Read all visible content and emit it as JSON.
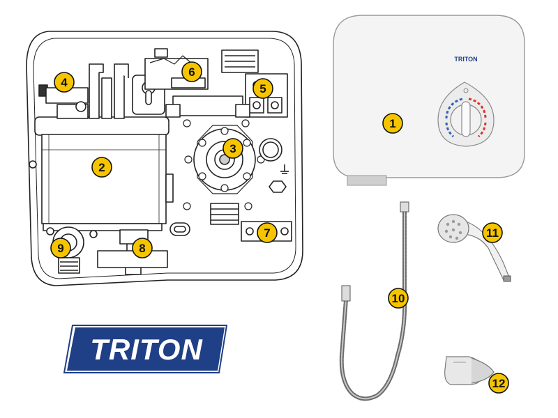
{
  "brand": {
    "logo_text": "TRITON",
    "cover_logo_text": "TRITON",
    "colors": {
      "logo_blue": "#1f3f86",
      "callout_yellow": "#f6c500",
      "line": "#222222",
      "hot": "#d9342b",
      "cold": "#2f5fb8"
    }
  },
  "callouts": [
    {
      "id": "1",
      "label": "1",
      "part": "shower-cover"
    },
    {
      "id": "2",
      "label": "2",
      "part": "heater-tank"
    },
    {
      "id": "3",
      "label": "3",
      "part": "solenoid-valve"
    },
    {
      "id": "4",
      "label": "4",
      "part": "thermal-cut-out"
    },
    {
      "id": "5",
      "label": "5",
      "part": "terminal-block"
    },
    {
      "id": "6",
      "label": "6",
      "part": "pressure-switch"
    },
    {
      "id": "7",
      "label": "7",
      "part": "earth-terminal-block"
    },
    {
      "id": "8",
      "label": "8",
      "part": "outlet-connector"
    },
    {
      "id": "9",
      "label": "9",
      "part": "inlet-filter"
    },
    {
      "id": "10",
      "label": "10",
      "part": "shower-hose"
    },
    {
      "id": "11",
      "label": "11",
      "part": "shower-head"
    },
    {
      "id": "12",
      "label": "12",
      "part": "hose-retaining-ring"
    }
  ]
}
